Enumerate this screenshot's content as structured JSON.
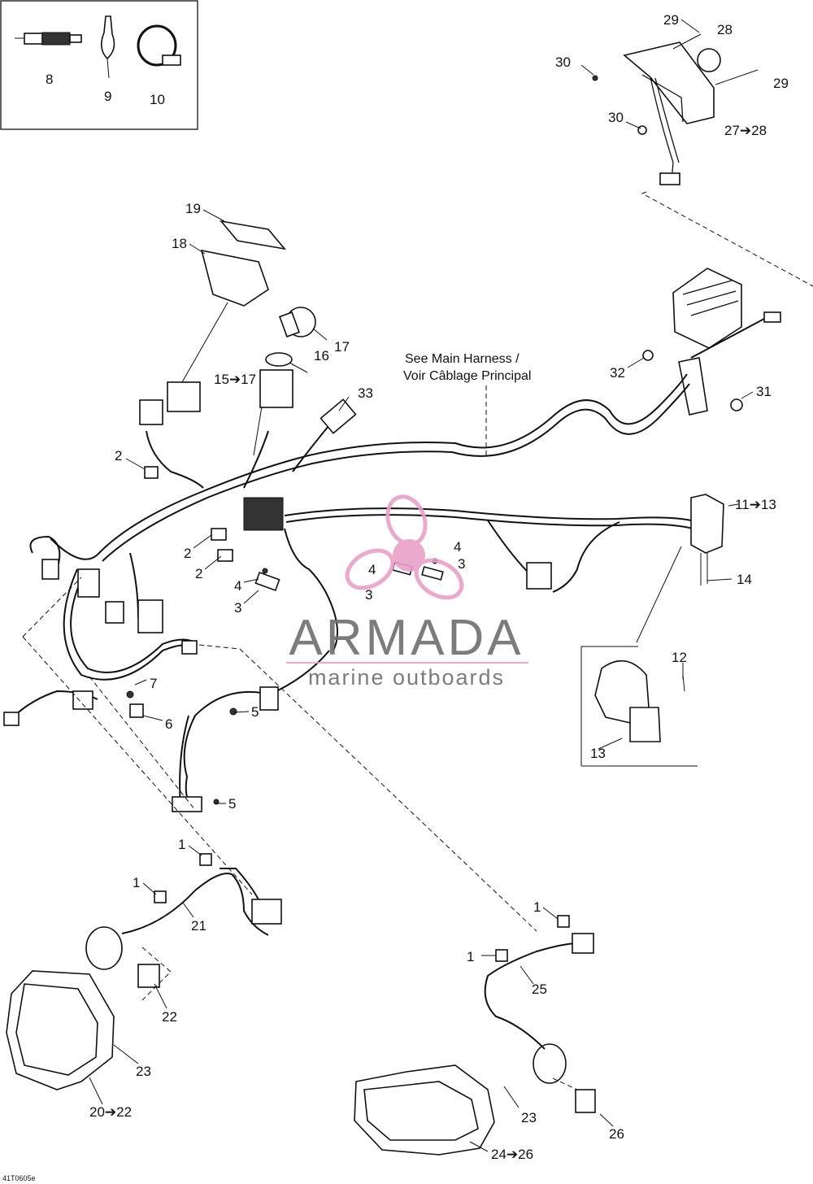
{
  "callouts": {
    "c8": "8",
    "c9": "9",
    "c10": "10",
    "c29a": "29",
    "c28": "28",
    "c30a": "30",
    "c29b": "29",
    "c30b": "30",
    "c27_28": "27➔28",
    "c19": "19",
    "c18": "18",
    "c17": "17",
    "c16": "16",
    "c15_17": "15➔17",
    "c33": "33",
    "c32": "32",
    "c31": "31",
    "c2a": "2",
    "c2b": "2",
    "c2c": "2",
    "c4a": "4",
    "c3a": "3",
    "c4b": "4",
    "c3b": "3",
    "c4c": "4",
    "c3c": "3",
    "c11_13": "11➔13",
    "c14": "14",
    "c12": "12",
    "c13": "13",
    "c7": "7",
    "c6": "6",
    "c5a": "5",
    "c5b": "5",
    "c1a": "1",
    "c1b": "1",
    "c21": "21",
    "c22": "22",
    "c23a": "23",
    "c20_22": "20➔22",
    "c1c": "1",
    "c1d": "1",
    "c25": "25",
    "c23b": "23",
    "c26": "26",
    "c24_26": "24➔26"
  },
  "note": {
    "line1": "See Main Harness /",
    "line2": "Voir Câblage Principal"
  },
  "watermark": {
    "brand": "ARMADA",
    "tagline": "marine outboards",
    "accent_color": "#e8a0c8"
  },
  "figure_code": "41T0605e"
}
